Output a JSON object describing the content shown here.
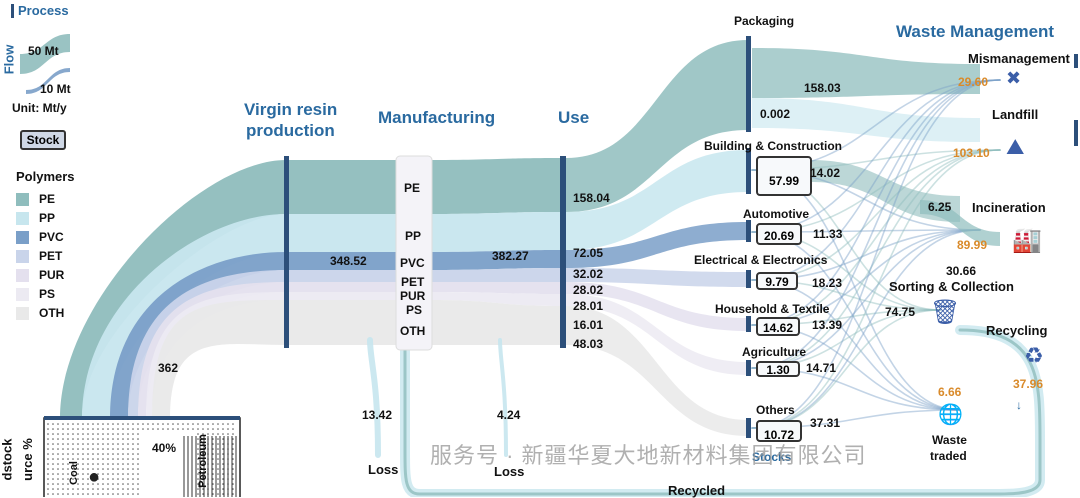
{
  "colors": {
    "PE": "#8fbdbd",
    "PP": "#c7e6ee",
    "PVC": "#7a9fc8",
    "PET": "#c9d4ea",
    "PUR": "#e4e0ee",
    "PS": "#eceaf2",
    "OTH": "#e9e9e9",
    "header": "#2a6aa0",
    "bar": "#2c4f7a",
    "orange": "#d98a2a"
  },
  "headers": {
    "process": "Process",
    "flow": "Flow",
    "virgin": [
      "Virgin resin",
      "production"
    ],
    "manufacturing": "Manufacturing",
    "use": "Use",
    "waste_management": "Waste Management"
  },
  "flow_legend": {
    "big": "50 Mt",
    "small": "10 Mt",
    "unit": "Unit: Mt/y",
    "stock": "Stock"
  },
  "polymers": {
    "title": "Polymers",
    "items": [
      "PE",
      "PP",
      "PVC",
      "PET",
      "PUR",
      "PS",
      "OTH"
    ]
  },
  "feedstock": {
    "side_label_1": "dstock",
    "side_label_2": "urce %",
    "coal": "Coal",
    "petroleum": "Petroleum",
    "pct": "40%"
  },
  "values": {
    "feed": "362",
    "virgin": "348.52",
    "manufacturing": "382.27",
    "loss1": "13.42",
    "loss2": "4.24",
    "loss_label": "Loss",
    "recycled": "Recycled"
  },
  "manufacturing_polymers": [
    "PE",
    "PP",
    "PVC",
    "PET",
    "PUR",
    "PS",
    "OTH"
  ],
  "use_values": [
    "158.04",
    "72.05",
    "32.02",
    "28.02",
    "28.01",
    "16.01",
    "48.03"
  ],
  "sectors": [
    {
      "name": "Packaging",
      "stock": "0.002",
      "out": "158.03"
    },
    {
      "name": "Building & Construction",
      "stock": "57.99",
      "out": "14.02"
    },
    {
      "name": "Automotive",
      "stock": "20.69",
      "out": "11.33"
    },
    {
      "name": "Electrical & Electronics",
      "stock": "9.79",
      "out": "18.23"
    },
    {
      "name": "Household & Textile",
      "stock": "14.62",
      "out": "13.39"
    },
    {
      "name": "Agriculture",
      "stock": "1.30",
      "out": "14.71"
    },
    {
      "name": "Others",
      "stock": "10.72",
      "out": "37.31"
    }
  ],
  "stocks_label": "Stocks",
  "waste": {
    "mismanagement": {
      "label": "Mismanagement",
      "value": "29.60"
    },
    "landfill": {
      "label": "Landfill",
      "value": "103.10"
    },
    "incineration": {
      "label": "Incineration",
      "value": "89.99",
      "in": "6.25"
    },
    "sorting": {
      "label": "Sorting & Collection",
      "in": "74.75",
      "out": "30.66"
    },
    "recycling": {
      "label": "Recycling",
      "value": "37.96"
    },
    "traded": {
      "label": [
        "Waste",
        "traded"
      ],
      "value": "6.66"
    }
  },
  "watermark": "服务号 · 新疆华夏大地新材料集团有限公司"
}
